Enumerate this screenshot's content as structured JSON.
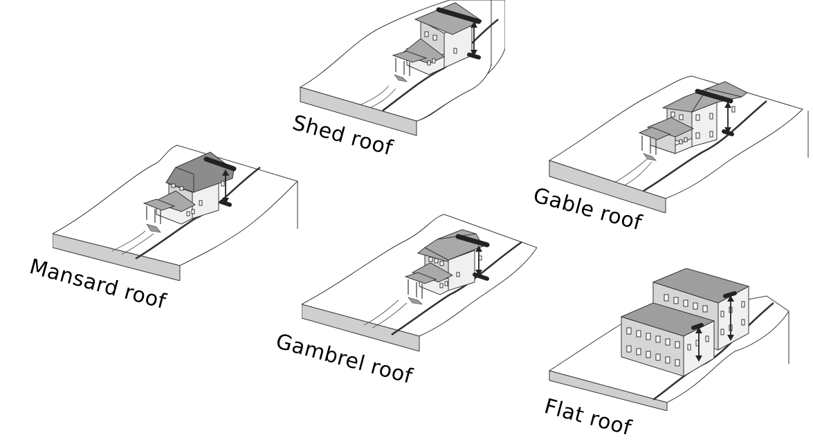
{
  "figure": {
    "title": "Roof types and building height measurement",
    "panels": [
      {
        "id": "shed",
        "label": "Shed roof",
        "roof_type": "shed",
        "stories": 2
      },
      {
        "id": "gable",
        "label": "Gable roof",
        "roof_type": "gable",
        "stories": 2
      },
      {
        "id": "mansard",
        "label": "Mansard roof",
        "roof_type": "mansard",
        "stories": 2
      },
      {
        "id": "gambrel",
        "label": "Gambrel roof",
        "roof_type": "gambrel",
        "stories": 2
      },
      {
        "id": "flat",
        "label": "Flat roof",
        "roof_type": "flat",
        "stories": 2
      }
    ],
    "colors": {
      "background": "#ffffff",
      "lot_edge": "#cfcfcf",
      "roof": "#a9a9a9",
      "roof_dark": "#8c8c8c",
      "wall_shade": "#d6d6d6",
      "measure": "#222222"
    }
  }
}
